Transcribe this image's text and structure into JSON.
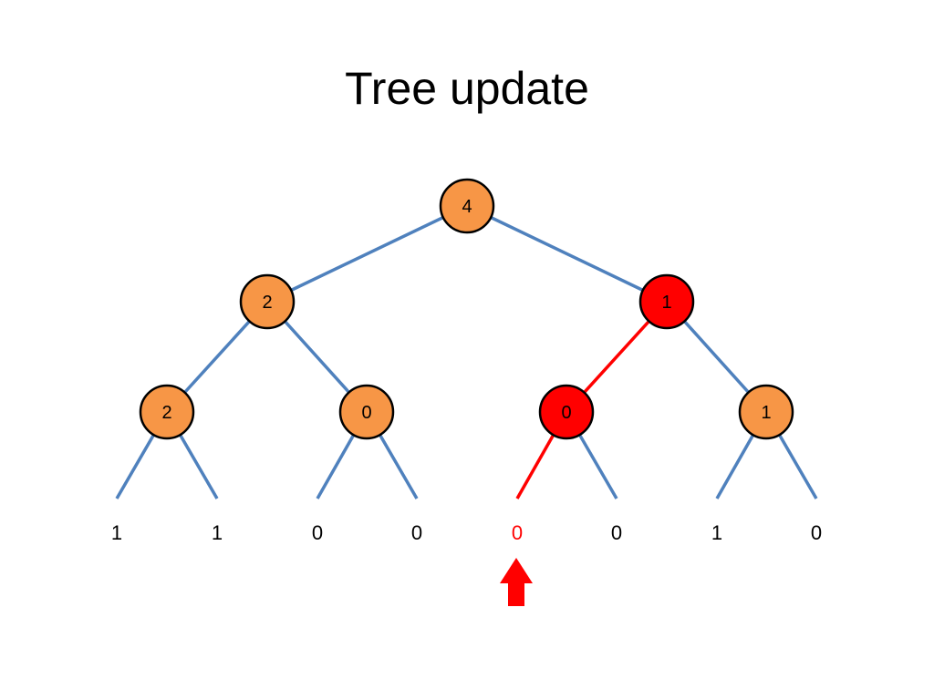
{
  "title": "Tree update",
  "colors": {
    "edge_default": "#4F81BD",
    "edge_highlight": "#FF0000",
    "node_default": "#F79646",
    "node_highlight": "#FF0000",
    "node_stroke": "#000000",
    "leaf_text_default": "#000000",
    "leaf_text_highlight": "#FF0000",
    "arrow": "#FF0000"
  },
  "tree": {
    "root": {
      "value": "4",
      "highlight": false
    },
    "level1": [
      {
        "value": "2",
        "highlight": false
      },
      {
        "value": "1",
        "highlight": true
      }
    ],
    "level2": [
      {
        "value": "2",
        "highlight": false
      },
      {
        "value": "0",
        "highlight": false
      },
      {
        "value": "0",
        "highlight": true
      },
      {
        "value": "1",
        "highlight": false
      }
    ],
    "leaves": [
      {
        "value": "1",
        "highlight": false
      },
      {
        "value": "1",
        "highlight": false
      },
      {
        "value": "0",
        "highlight": false
      },
      {
        "value": "0",
        "highlight": false
      },
      {
        "value": "0",
        "highlight": true
      },
      {
        "value": "0",
        "highlight": false
      },
      {
        "value": "1",
        "highlight": false
      },
      {
        "value": "0",
        "highlight": false
      }
    ]
  },
  "update_arrow": {
    "points_to_leaf": 5,
    "direction": "up"
  }
}
